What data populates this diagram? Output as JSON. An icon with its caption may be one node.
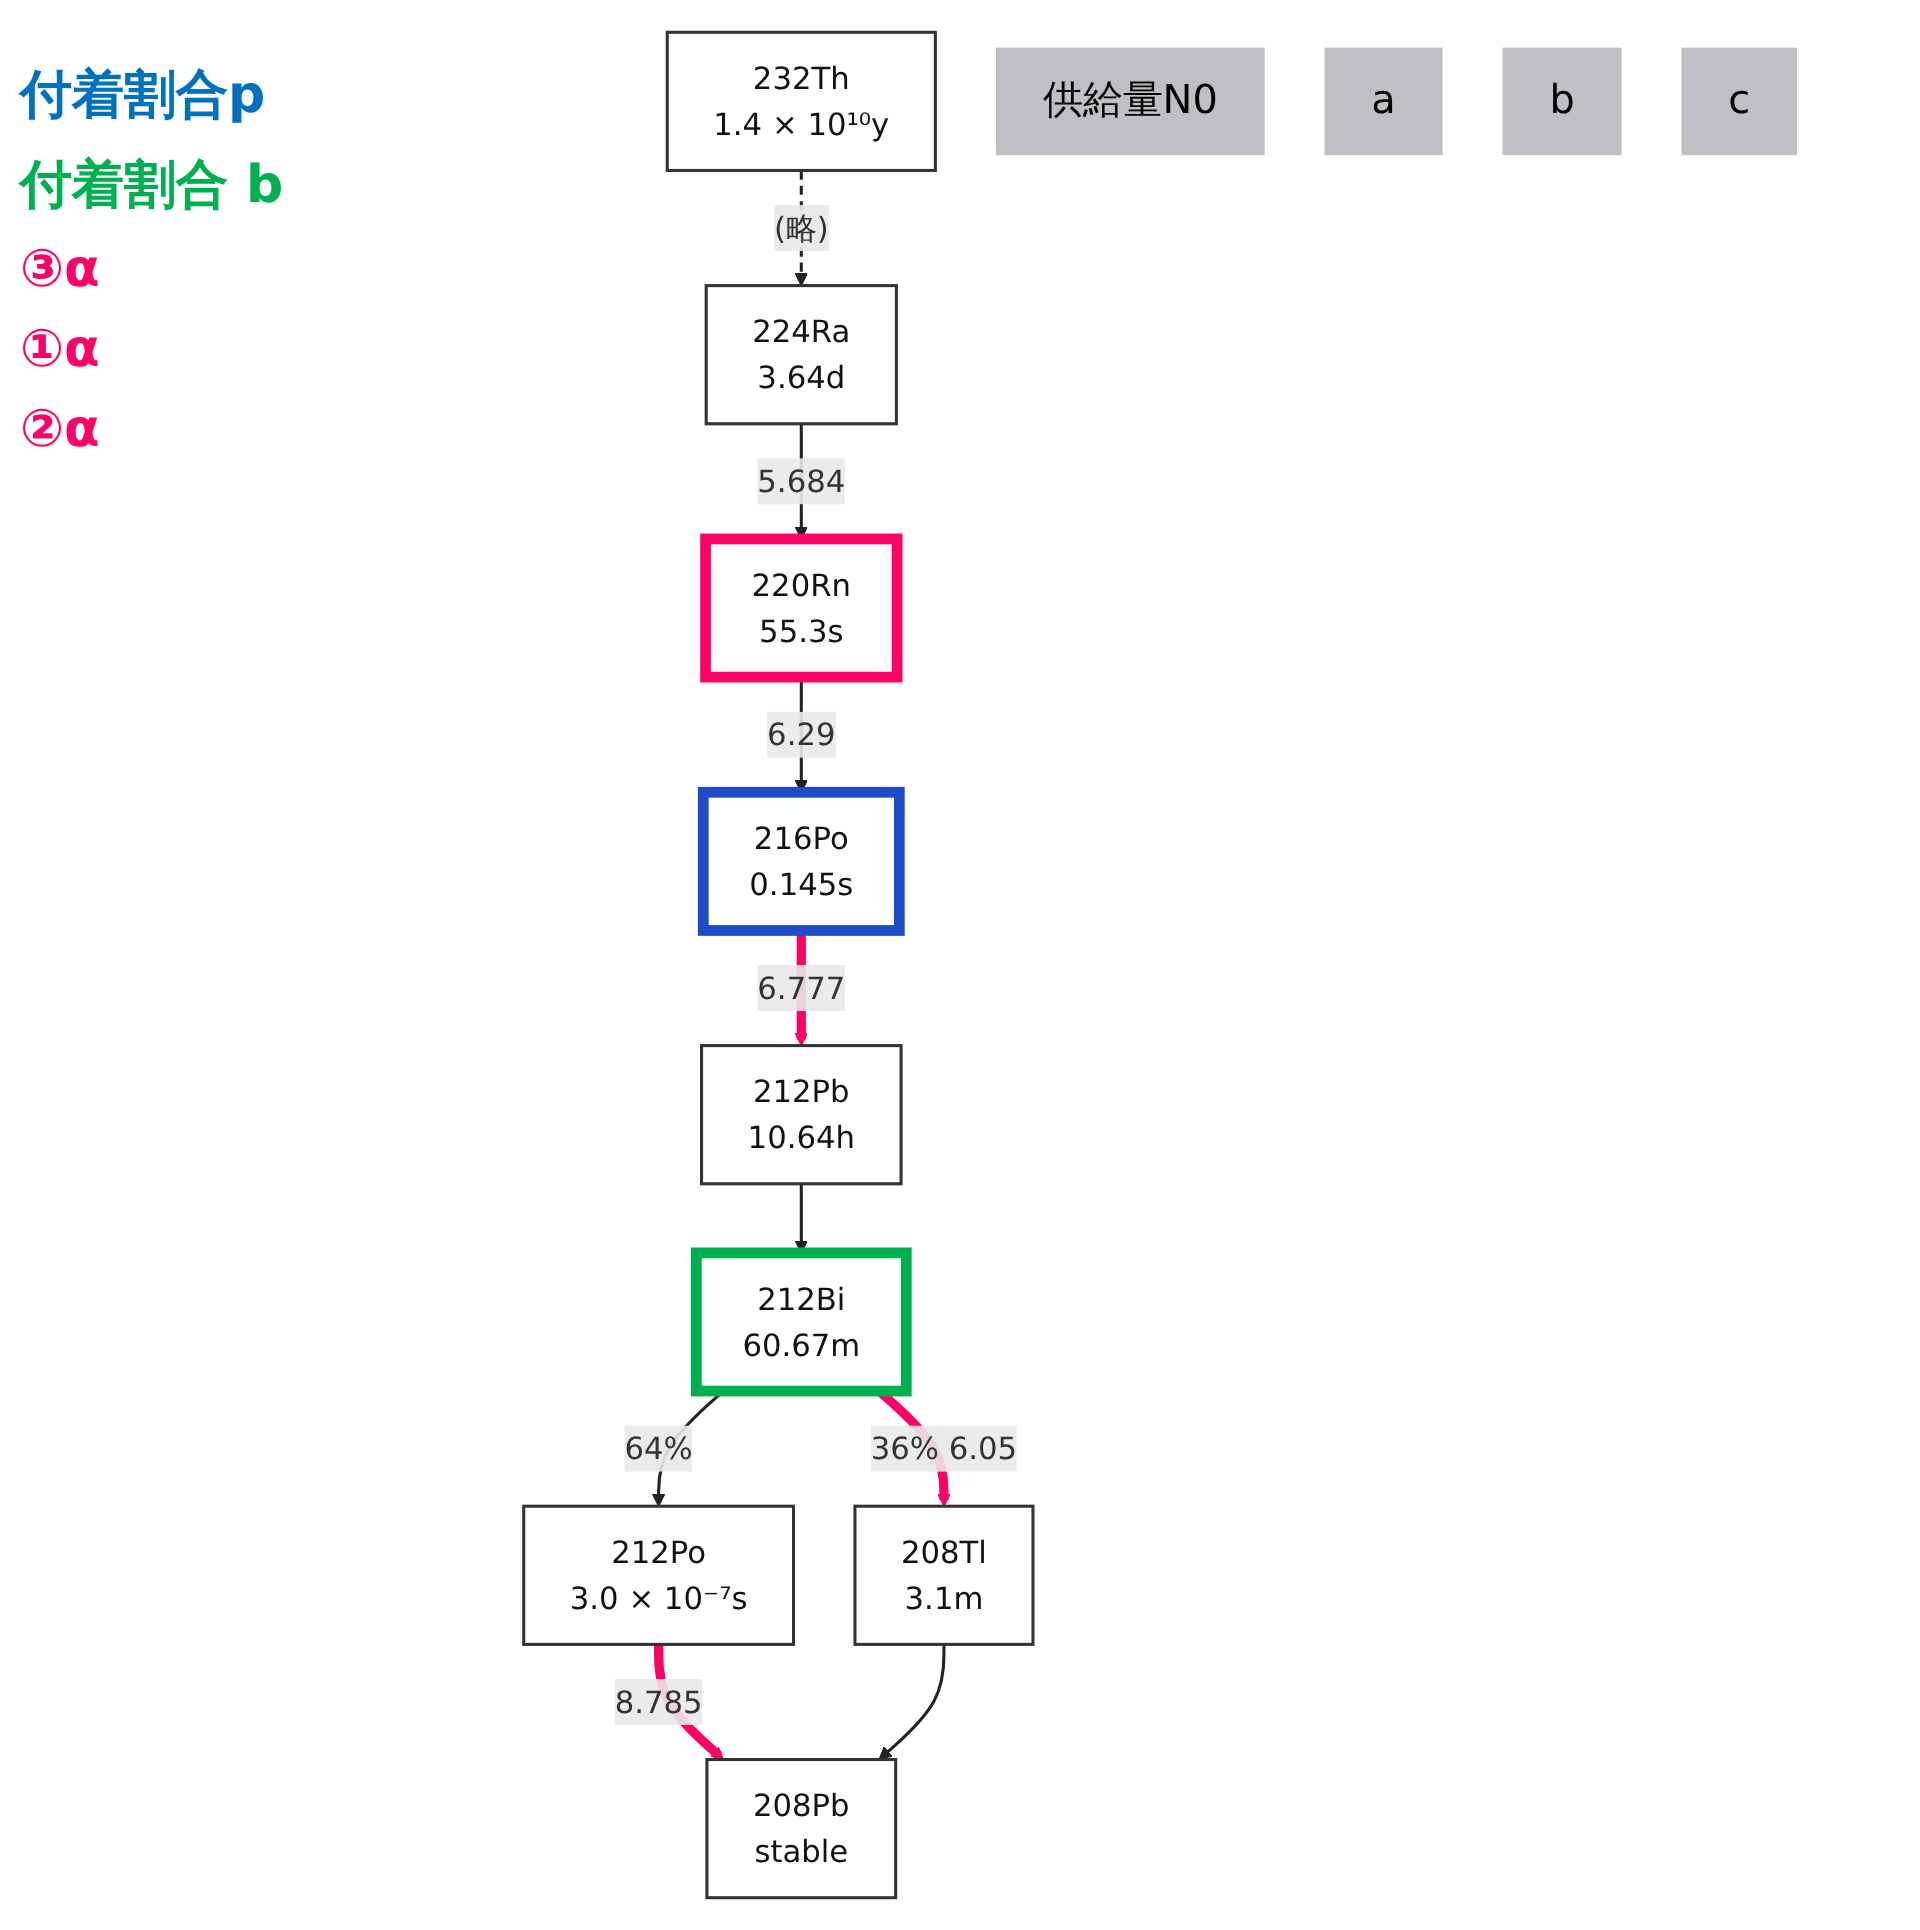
{
  "diagram": {
    "nodes": [
      {
        "text": [
          "232Th",
          "1.4 × 10¹⁰y"
        ]
      },
      {
        "text": [
          "供給量N0"
        ]
      },
      {
        "text": [
          "224Ra",
          "3.64d"
        ]
      },
      {
        "text": [
          "220Rn",
          "55.3s"
        ]
      },
      {
        "text": [
          "a"
        ]
      },
      {
        "text": [
          "216Po",
          "0.145s"
        ]
      },
      {
        "text": [
          "212Pb",
          "10.64h"
        ]
      },
      {
        "text": [
          "b"
        ]
      },
      {
        "text": [
          "212Bi",
          "60.67m"
        ]
      },
      {
        "text": [
          "212Po",
          "3.0 × 10⁻⁷s"
        ]
      },
      {
        "text": [
          "c"
        ]
      },
      {
        "text": [
          "208Tl",
          "3.1m"
        ]
      },
      {
        "text": [
          "208Pb",
          "stable"
        ]
      }
    ],
    "edges": [
      {
        "from": 0,
        "to": 2,
        "arrow": "to",
        "label": "(略)",
        "style": "dashed"
      },
      {
        "from": 2,
        "to": 3,
        "arrow": "to",
        "label": "5.684"
      },
      {
        "from": 3,
        "to": 5,
        "arrow": "to",
        "label": "6.29"
      },
      {
        "from": 5,
        "to": 6,
        "arrow": "to",
        "label": "6.777",
        "style": "thick",
        "color": "#ff0066"
      },
      {
        "from": 6,
        "to": 8,
        "arrow": "to"
      },
      {
        "from": 8,
        "to": 9,
        "arrow": "to",
        "label": "64%"
      },
      {
        "from": 8,
        "to": 11,
        "arrow": "to",
        "label": "36% 6.05",
        "style": "thick",
        "color": "#ff0066"
      },
      {
        "from": 9,
        "to": 12,
        "arrow": "to",
        "label": "8.785",
        "style": "thick",
        "color": "#ff0066"
      },
      {
        "from": 11,
        "to": 12,
        "arrow": "to"
      }
    ],
    "labels": [
      "付着割合p",
      "付着割合 b",
      "③α",
      "①α",
      "②α"
    ]
  }
}
